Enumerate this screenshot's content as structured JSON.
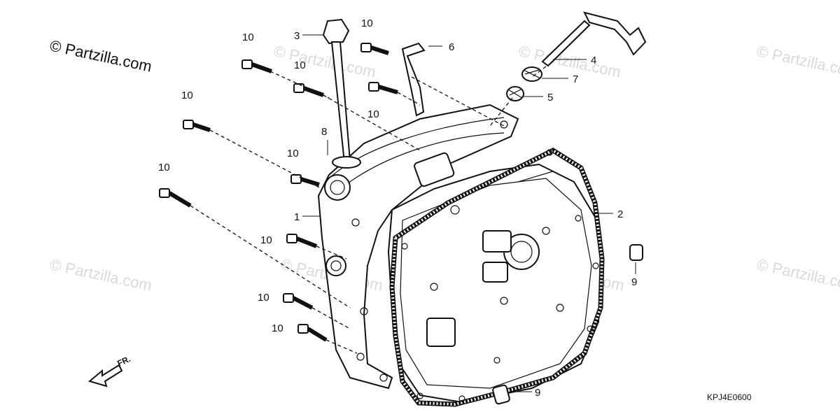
{
  "branding": {
    "copyright_text": "© Partzilla.com",
    "watermark_text": "© Partzilla.com"
  },
  "diagram": {
    "reference_code": "KPJ4E0600",
    "front_indicator": "FR.",
    "callouts": {
      "c1": "1",
      "c2": "2",
      "c3": "3",
      "c4": "4",
      "c5": "5",
      "c6": "6",
      "c7": "7",
      "c8": "8",
      "c9a": "9",
      "c9b": "9",
      "c10a": "10",
      "c10b": "10",
      "c10c": "10",
      "c10d": "10",
      "c10e": "10",
      "c10f": "10",
      "c10g": "10",
      "c10h": "10",
      "c10i": "10",
      "c10j": "10"
    }
  },
  "colors": {
    "line": "#111111",
    "watermark": "#d9d9d9",
    "background": "#ffffff"
  }
}
